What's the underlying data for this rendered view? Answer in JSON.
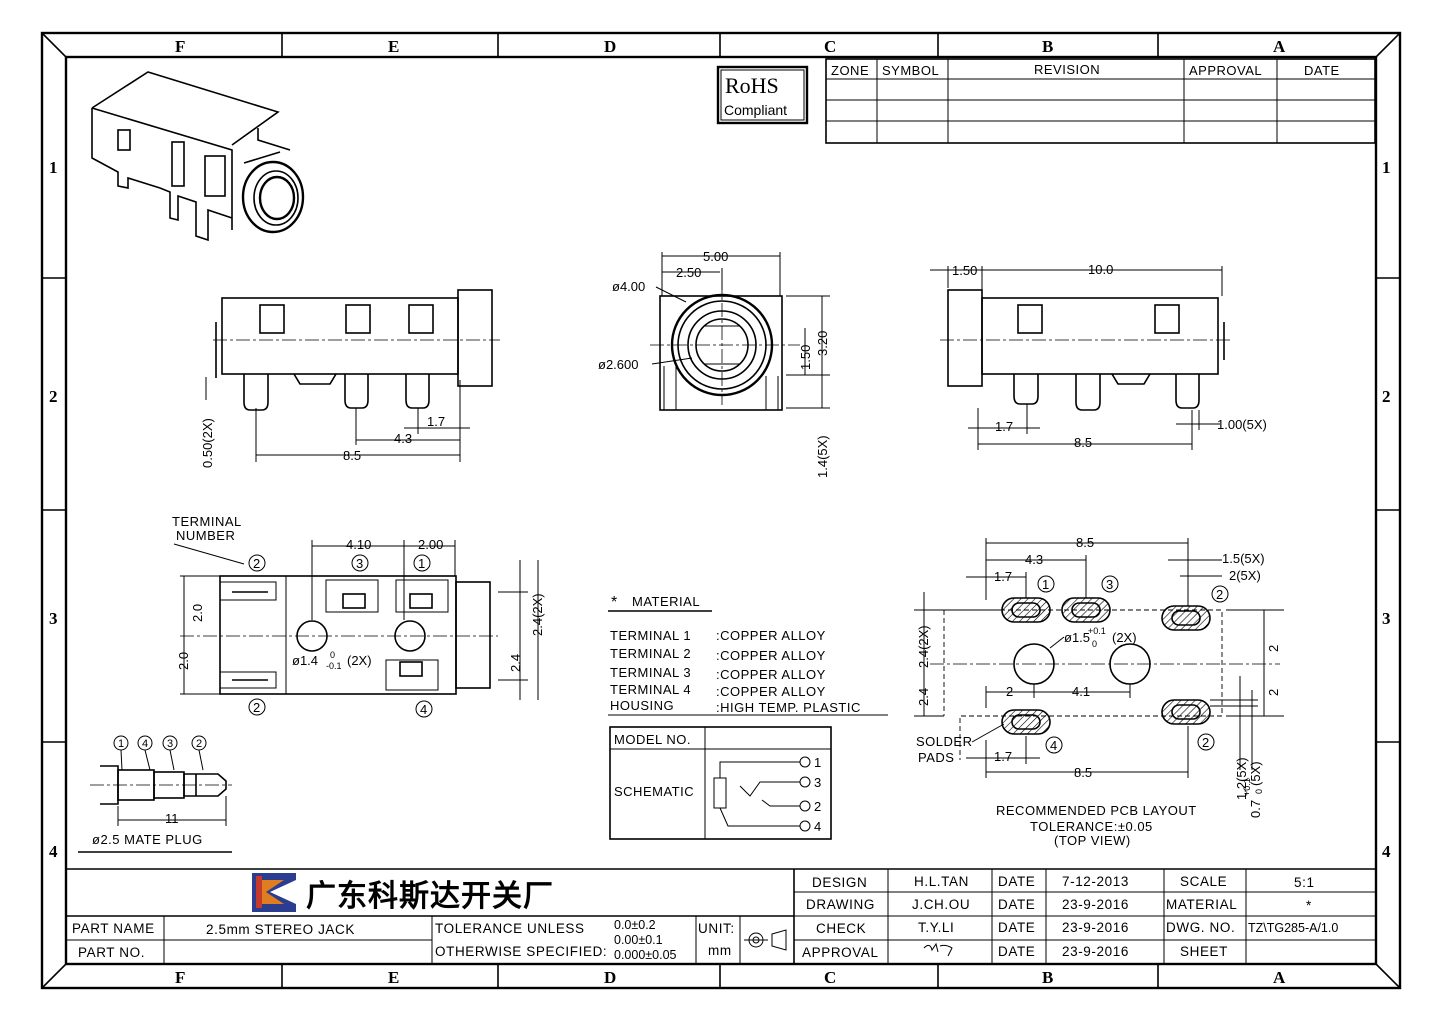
{
  "zones": {
    "columns": [
      "F",
      "E",
      "D",
      "C",
      "B",
      "A"
    ],
    "rows": [
      "1",
      "2",
      "3",
      "4"
    ]
  },
  "rohs": {
    "title": "RoHS",
    "subtitle": "Compliant"
  },
  "revision_table": {
    "headers": [
      "ZONE",
      "SYMBOL",
      "REVISION",
      "APPROVAL",
      "DATE"
    ]
  },
  "views": {
    "side_left": {
      "dims": {
        "d1": "1.7",
        "d2": "4.3",
        "d3": "8.5",
        "d4": "0.50(2X)"
      }
    },
    "front": {
      "dims": {
        "w": "5.00",
        "half": "2.50",
        "outer": "ø4.00",
        "inner": "ø2.600",
        "h1": "1.50",
        "h2": "3.20",
        "pin": "1.4(5X)"
      }
    },
    "side_right": {
      "dims": {
        "a": "1.50",
        "b": "10.0",
        "c": "1.7",
        "d": "8.5",
        "e": "1.00(5X)"
      }
    },
    "top": {
      "terminal_label": "TERMINAL",
      "number_label": "NUMBER",
      "dims": {
        "d1": "4.10",
        "d2": "2.00",
        "d3": "2.0",
        "d4": "2.0",
        "d5": "2.4",
        "d6": "2.4(2X)",
        "hole": "ø1.4",
        "hole_up": "0",
        "hole_low": "-0.1",
        "hole_count": "(2X)"
      },
      "terminals": [
        "1",
        "2",
        "3",
        "4"
      ]
    },
    "plug": {
      "terminals": [
        "1",
        "4",
        "3",
        "2"
      ],
      "length": "11",
      "caption": "ø2.5 MATE PLUG"
    },
    "material": {
      "heading": "MATERIAL",
      "rows": [
        {
          "part": "TERMINAL 1",
          "value": ":COPPER ALLOY"
        },
        {
          "part": "TERMINAL 2",
          "value": ":COPPER ALLOY"
        },
        {
          "part": "TERMINAL 3",
          "value": ":COPPER ALLOY"
        },
        {
          "part": "TERMINAL 4",
          "value": ":COPPER ALLOY"
        },
        {
          "part": "HOUSING",
          "value": ":HIGH TEMP. PLASTIC"
        }
      ]
    },
    "schematic": {
      "model_label": "MODEL NO.",
      "schematic_label": "SCHEMATIC",
      "pins": [
        "1",
        "3",
        "2",
        "4"
      ]
    },
    "pcb": {
      "dims": {
        "top": "8.5",
        "mid": "4.3",
        "left": "1.7",
        "pad_w": "1.5(5X)",
        "pad_h": "2(5X)",
        "hole": "ø1.5",
        "hole_up": "+0.1",
        "hole_low": "0",
        "hole_count": "(2X)",
        "v1": "2.4(2X)",
        "v2": "2.4",
        "spacing1": "2",
        "spacing2": "4.1",
        "r1": "2",
        "r2": "2",
        "bottom_left": "1.7",
        "bottom": "8.5",
        "v3": "1.2(5X)",
        "v4": "0.7",
        "v4_up": "+0.1",
        "v4_low": "0",
        "v4_count": "(5X)"
      },
      "solder": "SOLDER",
      "pads": "PADS",
      "caption1": "RECOMMENDED PCB LAYOUT",
      "caption2": "TOLERANCE:±0.05",
      "caption3": "(TOP VIEW)",
      "terminals": [
        "1",
        "3",
        "2",
        "4",
        "2"
      ]
    }
  },
  "title_block": {
    "company": "广东科斯达开关厂",
    "design_label": "DESIGN",
    "design_name": "H.L.TAN",
    "design_date": "7-12-2013",
    "drawing_label": "DRAWING",
    "drawing_name": "J.CH.OU",
    "drawing_date": "23-9-2016",
    "check_label": "CHECK",
    "check_name": "T.Y.LI",
    "check_date": "23-9-2016",
    "approval_label": "APPROVAL",
    "approval_date": "23-9-2016",
    "date_label": "DATE",
    "scale_label": "SCALE",
    "scale_value": "5:1",
    "material_label": "MATERIAL",
    "material_value": "*",
    "dwg_label": "DWG. NO.",
    "dwg_value": "TZ\\TG285-A/1.0",
    "sheet_label": "SHEET",
    "part_name_label": "PART NAME",
    "part_name_value": "2.5mm STEREO JACK",
    "part_no_label": "PART NO.",
    "tol_line1": "TOLERANCE UNLESS",
    "tol_line2": "OTHERWISE SPECIFIED:",
    "tol_v1": "0.0±0.2",
    "tol_v2": "0.00±0.1",
    "tol_v3": "0.000±0.05",
    "unit_label": "UNIT:",
    "unit_value": "mm"
  }
}
